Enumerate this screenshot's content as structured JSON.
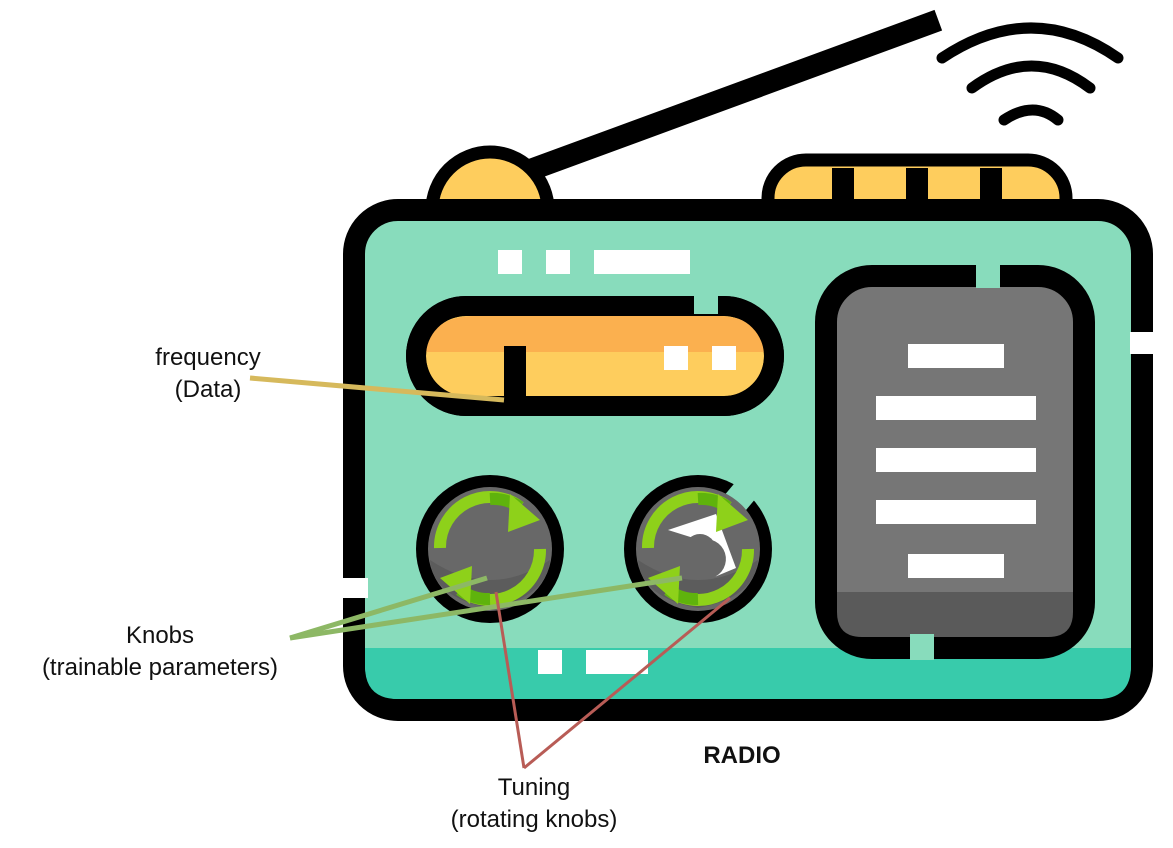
{
  "labels": {
    "frequency": {
      "line1": "frequency",
      "line2": "(Data)"
    },
    "knobs": {
      "line1": "Knobs",
      "line2": "(trainable parameters)"
    },
    "tuning": {
      "line1": "Tuning",
      "line2": "(rotating knobs)"
    },
    "title": "RADIO"
  },
  "colors": {
    "outline": "#000000",
    "body": "#88dcbc",
    "body_bottom": "#38cbab",
    "accent_yellow": "#fecd5d",
    "accent_orange": "#fbb04f",
    "speaker": "#767676",
    "knob": "#686868",
    "arrow_green": "#8ed11a",
    "pointer_frequency": "#d6b95c",
    "pointer_knobs": "#8db865",
    "pointer_tuning": "#b85c56"
  },
  "icons": {
    "radio": "radio-icon",
    "wifi": "wifi-signal-icon",
    "rotate": "rotate-arrows-icon"
  }
}
